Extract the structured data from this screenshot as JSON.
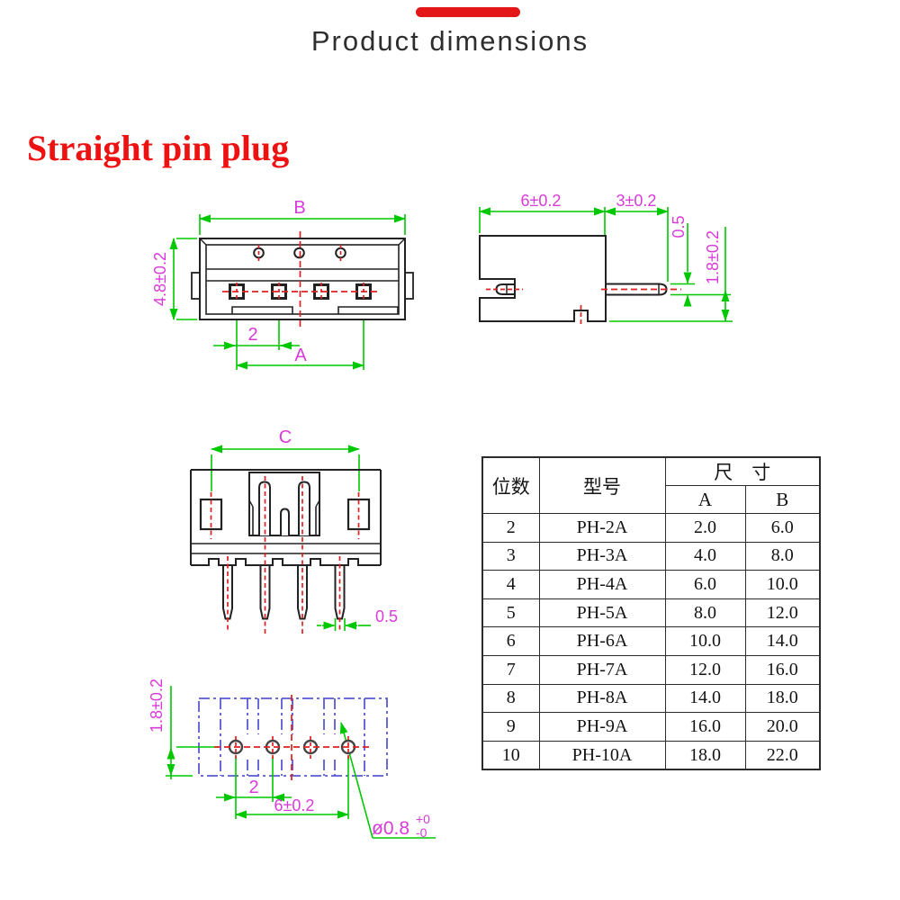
{
  "header": {
    "title": "Product dimensions"
  },
  "section": {
    "title": "Straight pin plug"
  },
  "drawings": {
    "front": {
      "dim_width": "B",
      "dim_height": "4.8±0.2",
      "dim_pitch": "2",
      "dim_span": "A"
    },
    "side": {
      "dim_body": "6±0.2",
      "dim_pin": "3±0.2",
      "dim_pin_thickness": "0.5",
      "dim_tail": "1.8±0.2"
    },
    "bottom": {
      "dim_span": "C",
      "dim_pin_width": "0.5"
    },
    "footprint": {
      "dim_row": "1.8±0.2",
      "dim_pitch": "2",
      "dim_span": "6±0.2",
      "dim_hole": "ø0.8",
      "dim_hole_tol_plus": "+0",
      "dim_hole_tol_minus": "-0"
    }
  },
  "table": {
    "col_positions": "位数",
    "col_model": "型号",
    "col_size": "尺　寸",
    "col_a": "A",
    "col_b": "B",
    "rows": [
      [
        "2",
        "PH-2A",
        "2.0",
        "6.0"
      ],
      [
        "3",
        "PH-3A",
        "4.0",
        "8.0"
      ],
      [
        "4",
        "PH-4A",
        "6.0",
        "10.0"
      ],
      [
        "5",
        "PH-5A",
        "8.0",
        "12.0"
      ],
      [
        "6",
        "PH-6A",
        "10.0",
        "14.0"
      ],
      [
        "7",
        "PH-7A",
        "12.0",
        "16.0"
      ],
      [
        "8",
        "PH-8A",
        "14.0",
        "18.0"
      ],
      [
        "9",
        "PH-9A",
        "16.0",
        "20.0"
      ],
      [
        "10",
        "PH-10A",
        "18.0",
        "22.0"
      ]
    ]
  },
  "colors": {
    "accent": "#e31717",
    "section_title": "#ee1111",
    "dimension_line": "#00c800",
    "dimension_text": "#d83bd8",
    "centerline": "#e02020",
    "outline": "#222222",
    "footprint_outline": "#5a5ad2"
  }
}
